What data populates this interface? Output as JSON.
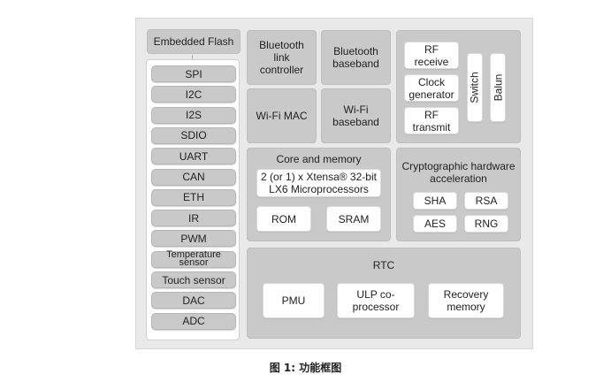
{
  "diagram": {
    "embedded_flash": "Embedded Flash",
    "interfaces": [
      "SPI",
      "I2C",
      "I2S",
      "SDIO",
      "UART",
      "CAN",
      "ETH",
      "IR",
      "PWM",
      "Temperature sensor",
      "Touch sensor",
      "DAC",
      "ADC"
    ],
    "bluetooth_link_controller": "Bluetooth link controller",
    "bluetooth_baseband": "Bluetooth baseband",
    "wifi_mac": "Wi-Fi MAC",
    "wifi_baseband": "Wi-Fi baseband",
    "rf": {
      "receive": "RF receive",
      "clock_generator": "Clock generator",
      "transmit": "RF transmit",
      "switch": "Switch",
      "balun": "Balun"
    },
    "core_memory": {
      "title": "Core and memory",
      "processor": "2 (or 1) x Xtensa® 32-bit LX6 Microprocessors",
      "rom": "ROM",
      "sram": "SRAM"
    },
    "crypto": {
      "title": "Cryptographic hardware acceleration",
      "sha": "SHA",
      "rsa": "RSA",
      "aes": "AES",
      "rng": "RNG"
    },
    "rtc": {
      "title": "RTC",
      "pmu": "PMU",
      "ulp": "ULP co-processor",
      "recovery": "Recovery memory"
    }
  },
  "caption": "图 1: 功能框图"
}
